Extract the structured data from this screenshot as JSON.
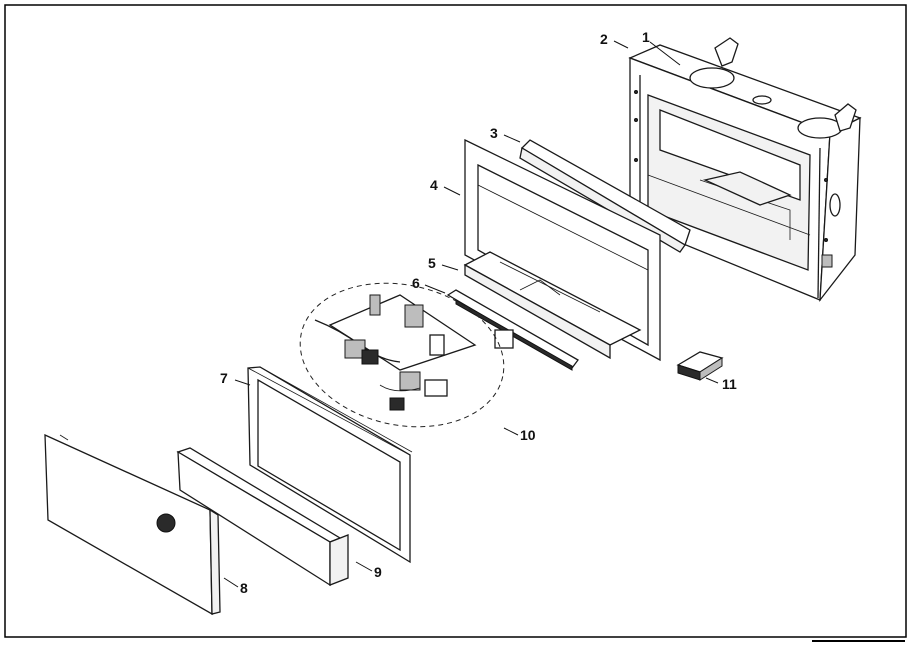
{
  "diagram": {
    "parts": [
      {
        "id": "part-1",
        "callout": "1"
      },
      {
        "id": "part-2",
        "callout": "2"
      },
      {
        "id": "part-3",
        "callout": "3"
      },
      {
        "id": "part-4",
        "callout": "4"
      },
      {
        "id": "part-5",
        "callout": "5"
      },
      {
        "id": "part-6",
        "callout": "6"
      },
      {
        "id": "part-7",
        "callout": "7"
      },
      {
        "id": "part-8",
        "callout": "8"
      },
      {
        "id": "part-9",
        "callout": "9"
      },
      {
        "id": "part-10",
        "callout": "10"
      },
      {
        "id": "part-11",
        "callout": "11"
      }
    ],
    "colors": {
      "line": "#1a1a1a",
      "background": "#ffffff",
      "frame": "#000000"
    }
  }
}
